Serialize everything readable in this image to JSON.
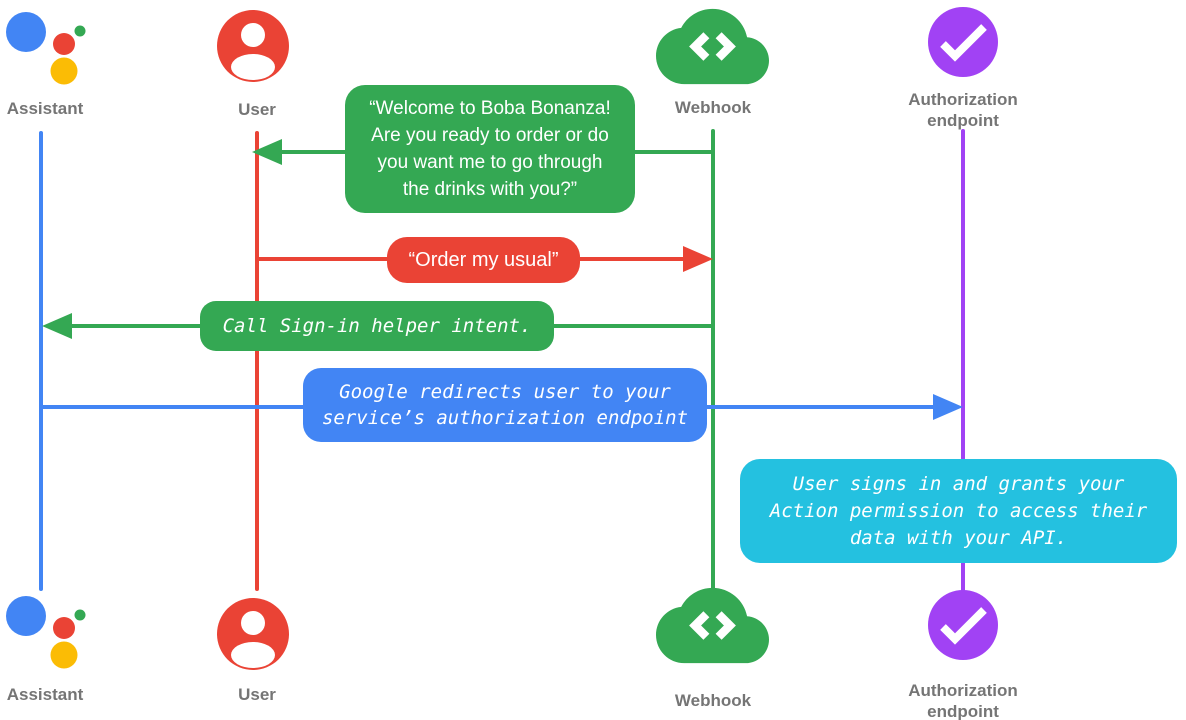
{
  "diagram": {
    "type": "sequence-diagram",
    "actors": [
      {
        "id": "assistant",
        "label": "Assistant",
        "color": "#4285F4",
        "icon": "google-assistant-logo"
      },
      {
        "id": "user",
        "label": "User",
        "color": "#EA4335",
        "icon": "person-circle"
      },
      {
        "id": "webhook",
        "label": "Webhook",
        "color": "#34A853",
        "icon": "cloud-code"
      },
      {
        "id": "authorization_endpoint",
        "label": "Authorization endpoint",
        "color": "#A142F4",
        "icon": "check-circle"
      }
    ],
    "messages": [
      {
        "from": "webhook",
        "to": "user",
        "color": "#34A853",
        "style": "speech",
        "text": "“Welcome to Boba Bonanza!\nAre you ready to order or do\nyou want me to go through\nthe drinks with you?”"
      },
      {
        "from": "user",
        "to": "webhook",
        "color": "#EA4335",
        "style": "speech",
        "text": "“Order my usual”"
      },
      {
        "from": "webhook",
        "to": "assistant",
        "color": "#34A853",
        "style": "code",
        "text": "Call Sign-in helper intent."
      },
      {
        "from": "assistant",
        "to": "authorization_endpoint",
        "color": "#4285F4",
        "style": "code",
        "text": "Google redirects user to your\nservice’s authorization endpoint"
      },
      {
        "note_on": "authorization_endpoint",
        "color": "#24C1E0",
        "style": "code",
        "text": "User signs in and grants your\nAction permission to access their\ndata with your API."
      }
    ]
  }
}
